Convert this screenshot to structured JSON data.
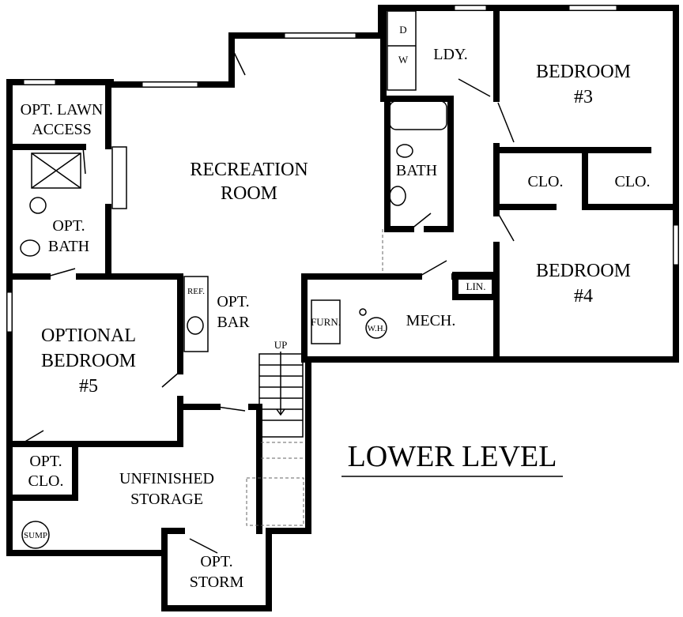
{
  "plan": {
    "title": "LOWER LEVEL",
    "rooms": {
      "lawn_access": [
        "OPT. LAWN",
        "ACCESS"
      ],
      "recreation": [
        "RECREATION",
        "ROOM"
      ],
      "laundry": "LDY.",
      "dryer": "D",
      "washer": "W",
      "bedroom3": [
        "BEDROOM",
        "#3"
      ],
      "bath": "BATH",
      "closet1": "CLO.",
      "closet2": "CLO.",
      "bedroom4": [
        "BEDROOM",
        "#4"
      ],
      "linen": "LIN.",
      "opt_bath": [
        "OPT.",
        "BATH"
      ],
      "ref": "REF.",
      "opt_bar": [
        "OPT.",
        "BAR"
      ],
      "furnace": "FURN.",
      "water_heater": "W.H.",
      "mech": "MECH.",
      "stair_up": "UP",
      "bedroom5": [
        "OPTIONAL",
        "BEDROOM",
        "#5"
      ],
      "opt_closet": [
        "OPT.",
        "CLO."
      ],
      "storage": [
        "UNFINISHED",
        "STORAGE"
      ],
      "sump": "SUMP",
      "storm": [
        "OPT.",
        "STORM"
      ]
    }
  }
}
